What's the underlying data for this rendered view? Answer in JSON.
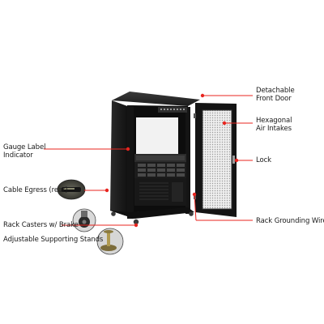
{
  "callouts": {
    "detachable_front_door": "Detachable\nFront Door",
    "hexagonal_air_intakes": "Hexagonal\nAir Intakes",
    "lock": "Lock",
    "gauge_label_indicator": "Gauge Label\nIndicator",
    "cable_egress": "Cable Egress (rear)",
    "rack_casters": "Rack Casters w/ Brake",
    "adjustable_stands": "Adjustable Supporting Stands",
    "rack_grounding_wire": "Rack Grounding Wire"
  },
  "colors": {
    "callout_line": "#e8251f",
    "callout_dot": "#e8251f",
    "cabinet_body": "#161616",
    "door_mesh": "#e4e4e4",
    "server_chassis": "#1f1f1f"
  }
}
